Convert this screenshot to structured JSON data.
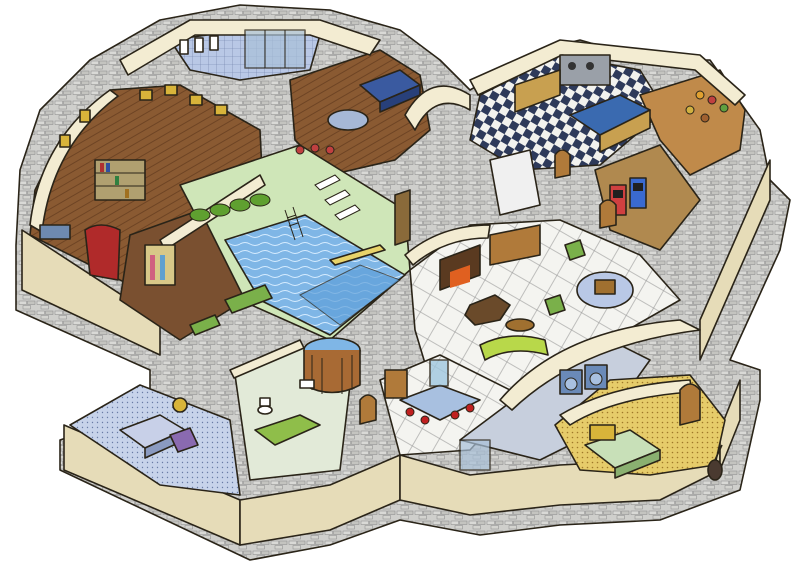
{
  "image": {
    "kind": "illustration",
    "subject": "isometric-cutaway-house",
    "palette": {
      "background": "#ffffff",
      "wall_top": "#f3ecd2",
      "wall_side": "#e6dcb8",
      "cobble": "#c9c9c6",
      "wood_floor": "#8a5a32",
      "tile_light": "#f2f2ee",
      "tile_dark": "#2e3a5a",
      "pool_water": "#7fb6e6",
      "grass_green": "#8fbe4a",
      "carpet_blue": "#b9c8e6",
      "carpet_yellow": "#e6cc6a",
      "ink": "#2a2418"
    },
    "rooms": [
      {
        "id": "library",
        "icon": "bookshelf-icon"
      },
      {
        "id": "gym",
        "icon": "dumbbell-icon"
      },
      {
        "id": "bathroom-top",
        "icon": "sink-icon"
      },
      {
        "id": "bedroom-top",
        "icon": "bed-icon"
      },
      {
        "id": "kitchen",
        "icon": "stove-icon"
      },
      {
        "id": "pantry",
        "icon": "jar-icon"
      },
      {
        "id": "games-room",
        "icon": "arcade-icon"
      },
      {
        "id": "pool-room",
        "icon": "pool-icon"
      },
      {
        "id": "theater",
        "icon": "curtain-icon"
      },
      {
        "id": "living-room",
        "icon": "sofa-icon"
      },
      {
        "id": "dining-room",
        "icon": "dining-table-icon"
      },
      {
        "id": "bedroom-left",
        "icon": "bed-icon"
      },
      {
        "id": "bathroom-left",
        "icon": "toilet-icon"
      },
      {
        "id": "laundry",
        "icon": "washer-icon"
      },
      {
        "id": "bedroom-right",
        "icon": "bed-icon"
      },
      {
        "id": "hot-tub",
        "icon": "hot-tub-icon"
      }
    ]
  }
}
